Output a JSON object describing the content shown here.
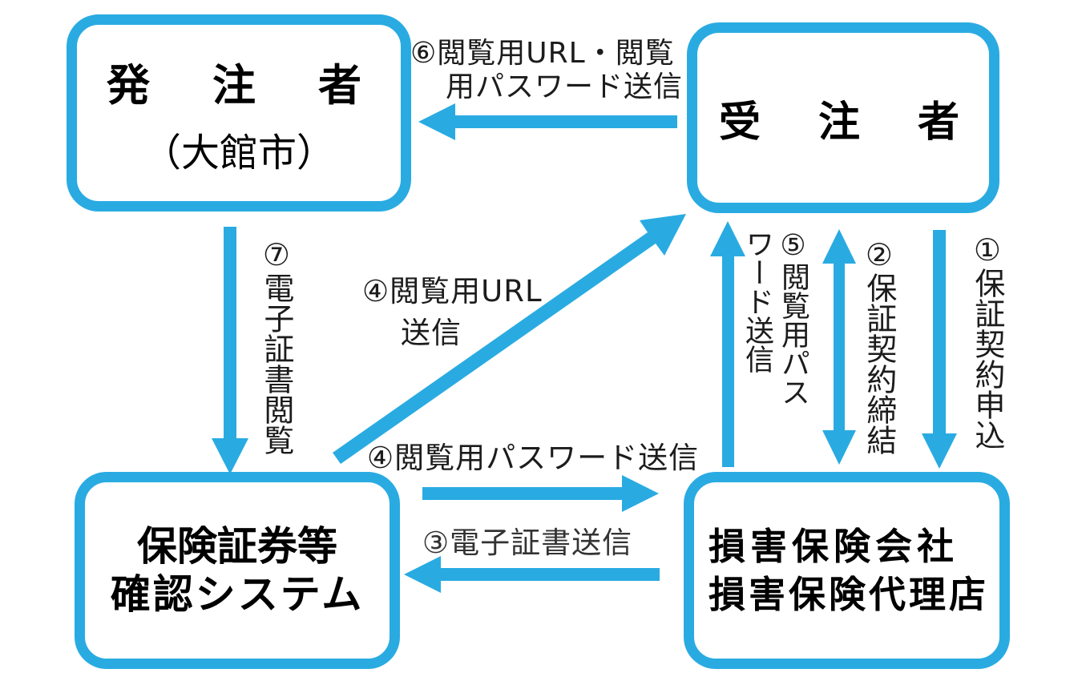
{
  "colors": {
    "accent": "#29abe2",
    "label_text": "#1c1c1c",
    "box_text": "#000000",
    "background": "#ffffff"
  },
  "nodes": {
    "orderer": {
      "line1": "発　注　者",
      "line2": "（大館市）"
    },
    "contractor": {
      "line1": "受　注　者"
    },
    "system": {
      "line1": "保険証券等",
      "line2": "確認システム"
    },
    "insurer": {
      "line1": "損害保険会社",
      "line2": "損害保険代理店"
    }
  },
  "labels": {
    "step1": {
      "text": "①保証契約申込",
      "orientation": "vertical",
      "arrow_direction": "contractor→insurer"
    },
    "step2": {
      "text": "②保証契約締結",
      "orientation": "vertical",
      "arrow_direction": "contractor↔insurer"
    },
    "step3": {
      "text": "③電子証書送信",
      "orientation": "horizontal",
      "arrow_direction": "insurer→system"
    },
    "step4_url": {
      "line1": "④閲覧用URL",
      "line2": "送信",
      "orientation": "horizontal",
      "arrow_direction": "system→contractor"
    },
    "step4_password": {
      "text": "④閲覧用パスワード送信",
      "orientation": "horizontal",
      "arrow_direction": "system→insurer"
    },
    "step5": {
      "line1": "⑤閲覧用パス",
      "line2": "ワード送信",
      "orientation": "vertical",
      "arrow_direction": "insurer→contractor"
    },
    "step6": {
      "line1": "⑥閲覧用URL・閲覧",
      "line2": "用パスワード送信",
      "orientation": "horizontal",
      "arrow_direction": "contractor→orderer"
    },
    "step7": {
      "text": "⑦電子証書閲覧",
      "orientation": "vertical",
      "arrow_direction": "orderer→system"
    }
  }
}
